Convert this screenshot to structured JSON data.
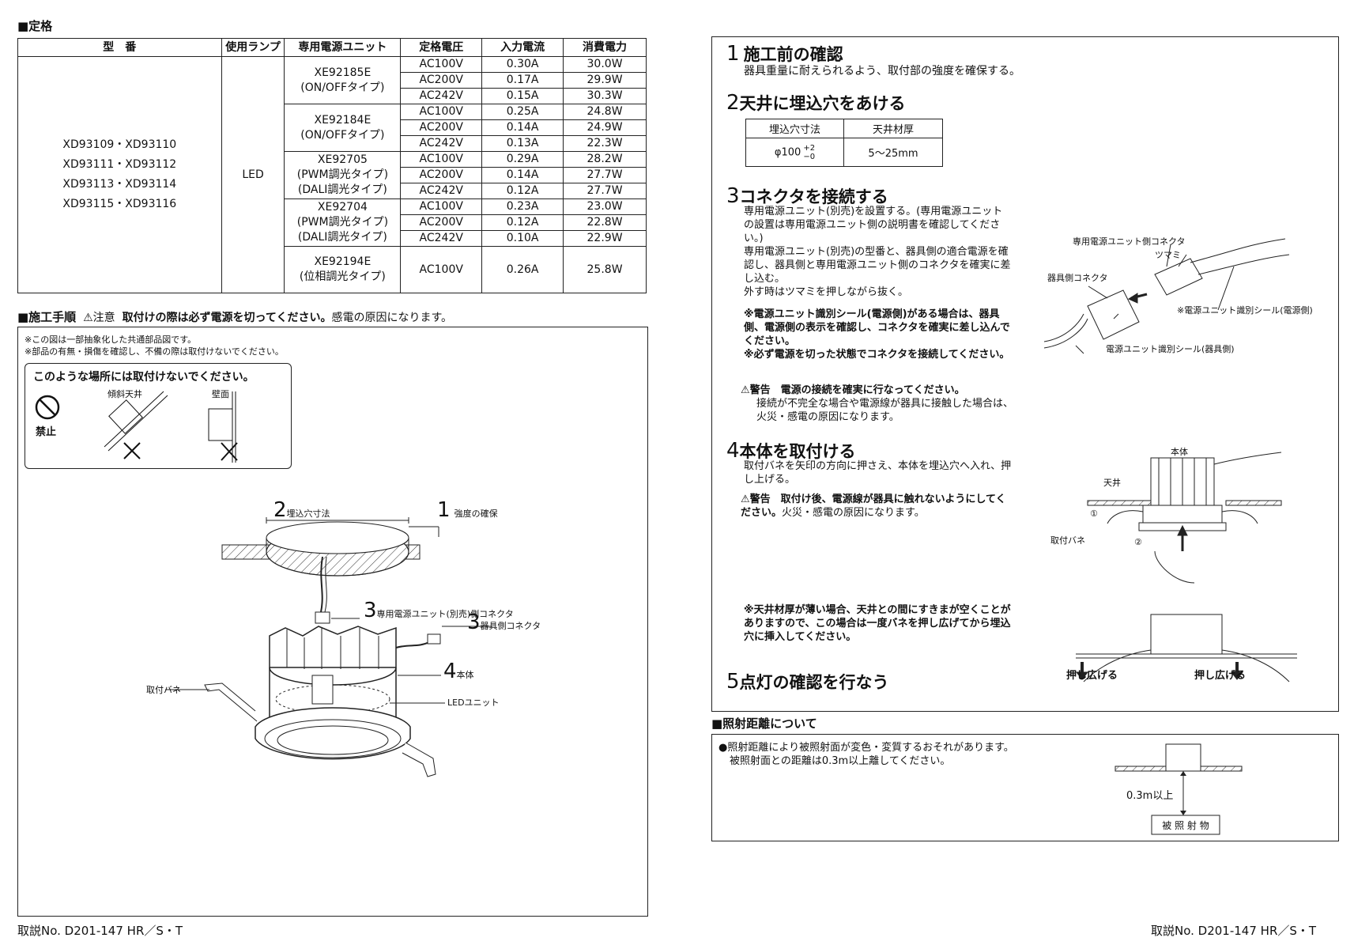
{
  "spec": {
    "title": "■定格",
    "headers": [
      "型　番",
      "使用ランプ",
      "専用電源ユニット",
      "定格電圧",
      "入力電流",
      "消費電力"
    ],
    "models": [
      "XD93109・XD93110",
      "XD93111・XD93112",
      "XD93113・XD93114",
      "XD93115・XD93116"
    ],
    "lamp": "LED",
    "units": [
      {
        "name": "XE92185E",
        "type": "(ON/OFFタイプ)",
        "rows": [
          [
            "AC100V",
            "0.30A",
            "30.0W"
          ],
          [
            "AC200V",
            "0.17A",
            "29.9W"
          ],
          [
            "AC242V",
            "0.15A",
            "30.3W"
          ]
        ]
      },
      {
        "name": "XE92184E",
        "type": "(ON/OFFタイプ)",
        "rows": [
          [
            "AC100V",
            "0.25A",
            "24.8W"
          ],
          [
            "AC200V",
            "0.14A",
            "24.9W"
          ],
          [
            "AC242V",
            "0.13A",
            "22.3W"
          ]
        ]
      },
      {
        "name": "XE92705",
        "type": "(PWM調光タイプ)\n(DALI調光タイプ)",
        "rows": [
          [
            "AC100V",
            "0.29A",
            "28.2W"
          ],
          [
            "AC200V",
            "0.14A",
            "27.7W"
          ],
          [
            "AC242V",
            "0.12A",
            "27.7W"
          ]
        ]
      },
      {
        "name": "XE92704",
        "type": "(PWM調光タイプ)\n(DALI調光タイプ)",
        "rows": [
          [
            "AC100V",
            "0.23A",
            "23.0W"
          ],
          [
            "AC200V",
            "0.12A",
            "22.8W"
          ],
          [
            "AC242V",
            "0.10A",
            "22.9W"
          ]
        ]
      },
      {
        "name": "XE92194E",
        "type": "(位相調光タイプ)",
        "rows": [
          [
            "AC100V",
            "0.26A",
            "25.8W"
          ]
        ]
      }
    ]
  },
  "procedure": {
    "title": "■施工手順",
    "caution_mark": "⚠注意",
    "caution_bold": "取付けの際は必ず電源を切ってください。",
    "caution_rest": "感電の原因になります。",
    "note1": "※この図は一部抽象化した共通部品図です。",
    "note2": "※部品の有無・損傷を確認し、不備の際は取付けないでください。",
    "warnbox_title": "このような場所には取付けないでください。",
    "prohibit": "禁止",
    "slope": "傾斜天井",
    "wall": "壁面",
    "lbl_hole": "埋込穴寸法",
    "lbl_strength": "強度の確保",
    "lbl_power_conn": "専用電源ユニット(別売)側コネクタ",
    "lbl_fixture_conn": "器具側コネクタ",
    "lbl_body": "本体",
    "lbl_spring": "取付バネ",
    "lbl_led": "LEDユニット",
    "n1": "1",
    "n2": "2",
    "n3": "3",
    "n4": "4"
  },
  "steps": {
    "s1_num": "1",
    "s1_title": "施工前の確認",
    "s1_text": "器具重量に耐えられるよう、取付部の強度を確保する。",
    "s2_num": "2",
    "s2_title": "天井に埋込穴をあける",
    "s2_h1": "埋込穴寸法",
    "s2_h2": "天井材厚",
    "s2_v1": "φ100",
    "s2_tol_up": "+2",
    "s2_tol_dn": "−0",
    "s2_v2": "5〜25mm",
    "s3_num": "3",
    "s3_title": "コネクタを接続する",
    "s3_p1": "専用電源ユニット(別売)を設置する。(専用電源ユニットの設置は専用電源ユニット側の説明書を確認してください。)",
    "s3_p2": "専用電源ユニット(別売)の型番と、器具側の適合電源を確認し、器具側と専用電源ユニット側のコネクタを確実に差し込む。",
    "s3_p3": "外す時はツマミを押しながら抜く。",
    "s3_w1": "※電源ユニット識別シール(電源側)がある場合は、器具側、電源側の表示を確認し、コネクタを確実に差し込んでください。",
    "s3_w2": "※必ず電源を切った状態でコネクタを接続してください。",
    "s3_warn_head": "⚠警告　電源の接続を確実に行なってください。",
    "s3_warn_text": "接続が不完全な場合や電源線が器具に接触した場合は、火災・感電の原因になります。",
    "s3_lbl_pconn": "専用電源ユニット側コネクタ",
    "s3_lbl_knob": "ツマミ",
    "s3_lbl_fconn": "器具側コネクタ",
    "s3_lbl_seal_p": "※電源ユニット識別シール(電源側)",
    "s3_lbl_seal_f": "電源ユニット識別シール(器具側)",
    "s4_num": "4",
    "s4_title": "本体を取付ける",
    "s4_text": "取付バネを矢印の方向に押さえ、本体を埋込穴へ入れ、押し上げる。",
    "s4_warn_head": "⚠警告　取付け後、電源線が器具に触れないようにしてください。",
    "s4_warn_rest": "火災・感電の原因になります。",
    "s4_lbl_body": "本体",
    "s4_lbl_ceiling": "天井",
    "s4_lbl_spring": "取付バネ",
    "s4_c1": "①",
    "s4_c2": "②",
    "thin_note": "※天井材厚が薄い場合、天井との間にすきまが空くことがありますので、この場合は一度バネを押し広げてから埋込穴に挿入してください。",
    "push": "押し広げる",
    "s5_num": "5",
    "s5_title": "点灯の確認を行なう"
  },
  "distance": {
    "title": "■照射距離について",
    "text1": "●照射距離により被照射面が変色・変質するおそれがあります。",
    "text2": "被照射面との距離は0.3m以上離してください。",
    "dist": "0.3m以上",
    "target": "被 照 射 物"
  },
  "footer": {
    "left": "取説No. D201-147 HR／S・T",
    "right": "取説No. D201-147 HR／S・T"
  }
}
